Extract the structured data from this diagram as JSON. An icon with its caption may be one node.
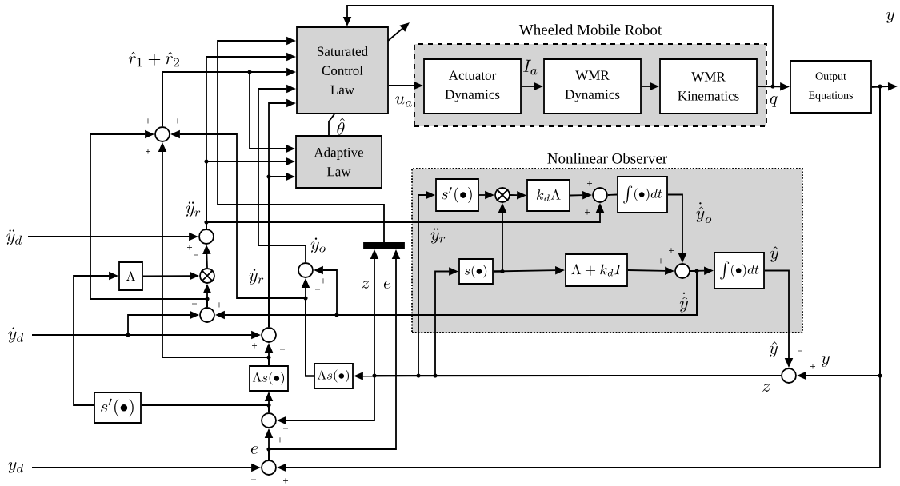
{
  "diagram": {
    "nodes": [
      {
        "text": [
          "Saturated Control Law"
        ]
      },
      {
        "text": [
          "Adaptive Law"
        ]
      },
      {
        "text": [
          "Wheeled Mobile Robot"
        ]
      },
      {
        "text": [
          "Actuator Dynamics"
        ],
        "in": 2
      },
      {
        "text": [
          "WMR Dynamics"
        ],
        "in": 2
      },
      {
        "text": [
          "WMR Kinematics"
        ],
        "in": 2
      },
      {
        "text": [
          "Output Equations"
        ]
      },
      {
        "text": [
          "Nonlinear Observer"
        ]
      },
      {
        "text": [
          "s'(\\bullet)"
        ],
        "in": 7
      },
      {
        "text": [],
        "shape": "circle",
        "in": 7
      },
      {
        "text": [
          "k_d\\Lambda"
        ],
        "in": 7
      },
      {
        "text": [],
        "shape": "circle",
        "in": 7
      },
      {
        "text": [
          "\\int(\\bullet)dt"
        ],
        "in": 7
      },
      {
        "text": [
          "s(\\bullet)"
        ],
        "in": 7
      },
      {
        "text": [
          "\\Lambda+k_dI"
        ],
        "in": 7
      },
      {
        "text": [],
        "shape": "circle",
        "in": 7
      },
      {
        "text": [
          "\\int(\\bullet)dt"
        ],
        "in": 7
      },
      {
        "text": [],
        "shape": "circle"
      },
      {
        "text": [],
        "shape": "circle"
      },
      {
        "text": [],
        "shape": "circle"
      },
      {
        "text": [
          "\\Lambda"
        ]
      },
      {
        "text": [],
        "shape": "circle"
      },
      {
        "text": [],
        "shape": "circle"
      },
      {
        "text": [],
        "shape": "circle"
      },
      {
        "text": [],
        "shape": "circle"
      },
      {
        "text": [
          "\\Lambda s(\\bullet)"
        ]
      },
      {
        "text": [
          "\\Lambda s(\\bullet)"
        ]
      },
      {
        "text": [
          "s'(\\bullet)"
        ]
      },
      {
        "text": [],
        "shape": "circle"
      },
      {
        "text": [],
        "shape": "circle"
      },
      {
        "text": [],
        "shape": "bar"
      }
    ],
    "edges": [
      {
        "from": 0,
        "to": 3,
        "arrow": "to",
        "label": "u_a"
      },
      {
        "from": 3,
        "to": 4,
        "arrow": "to",
        "label": "I_a"
      },
      {
        "from": 4,
        "to": 5,
        "arrow": "to"
      },
      {
        "from": 5,
        "to": 6,
        "arrow": "to",
        "label": "q"
      },
      {
        "from": 5,
        "to": 0,
        "arrow": "to"
      },
      {
        "from": 6,
        "to": null,
        "arrow": "to",
        "label": "y"
      },
      {
        "from": 6,
        "to": 17,
        "arrow": "to",
        "label": "y"
      },
      {
        "from": 6,
        "to": 29,
        "arrow": "to"
      },
      {
        "from": 8,
        "to": 9,
        "arrow": "to"
      },
      {
        "from": 9,
        "to": 10,
        "arrow": "to"
      },
      {
        "from": 10,
        "to": 11,
        "arrow": "to"
      },
      {
        "from": 11,
        "to": 12,
        "arrow": "none"
      },
      {
        "from": 12,
        "to": 15,
        "arrow": "to",
        "label": "\\dot{\\hat{y}}_o"
      },
      {
        "from": 13,
        "to": 14,
        "arrow": "to"
      },
      {
        "from": 13,
        "to": 9,
        "arrow": "to"
      },
      {
        "from": 14,
        "to": 15,
        "arrow": "to"
      },
      {
        "from": 15,
        "to": 16,
        "arrow": "to"
      },
      {
        "from": 15,
        "to": 22,
        "arrow": "to",
        "label": "\\dot{\\hat{y}}"
      },
      {
        "from": 15,
        "to": 23,
        "arrow": "to"
      },
      {
        "from": 16,
        "to": 17,
        "arrow": "to",
        "label": "\\hat{y}"
      },
      {
        "from": 17,
        "to": 26,
        "arrow": "to",
        "label": "z"
      },
      {
        "from": 17,
        "to": 8,
        "arrow": "to"
      },
      {
        "from": 17,
        "to": 13,
        "arrow": "to"
      },
      {
        "from": 17,
        "to": 30,
        "arrow": "to",
        "label": "z"
      },
      {
        "from": 17,
        "to": 28,
        "arrow": "to"
      },
      {
        "from": 18,
        "to": 0,
        "arrow": "to",
        "label": "\\hat{r}_1+\\hat{r}_2"
      },
      {
        "from": 18,
        "to": 1,
        "arrow": "to"
      },
      {
        "from": 19,
        "to": 0,
        "arrow": "to",
        "label": "\\ddot{y}_r"
      },
      {
        "from": 19,
        "to": 1,
        "arrow": "to"
      },
      {
        "from": 19,
        "to": 11,
        "arrow": "to",
        "label": "\\ddot{y}_r"
      },
      {
        "from": null,
        "to": 19,
        "arrow": "to",
        "label": "\\ddot{y}_d"
      },
      {
        "from": 20,
        "to": 21,
        "arrow": "to"
      },
      {
        "from": 21,
        "to": 19,
        "arrow": "to"
      },
      {
        "from": 22,
        "to": 21,
        "arrow": "to"
      },
      {
        "from": 22,
        "to": 18,
        "arrow": "to"
      },
      {
        "from": 27,
        "to": 20,
        "arrow": "to"
      },
      {
        "from": 28,
        "to": 27,
        "arrow": "none"
      },
      {
        "from": 28,
        "to": 25,
        "arrow": "to"
      },
      {
        "from": 25,
        "to": 24,
        "arrow": "to"
      },
      {
        "from": 25,
        "to": 18,
        "arrow": "to"
      },
      {
        "from": null,
        "to": 24,
        "arrow": "to",
        "label": "\\dot{y}_d"
      },
      {
        "from": null,
        "to": 22,
        "arrow": "to"
      },
      {
        "from": 24,
        "to": 0,
        "arrow": "to",
        "label": "\\dot{y}_r"
      },
      {
        "from": 24,
        "to": 1,
        "arrow": "to"
      },
      {
        "from": 26,
        "to": 23,
        "arrow": "to"
      },
      {
        "from": 26,
        "to": 18,
        "arrow": "to"
      },
      {
        "from": 23,
        "to": 0,
        "arrow": "to",
        "label": "\\dot{y}_o"
      },
      {
        "from": 30,
        "to": 0,
        "arrow": "to"
      },
      {
        "from": 29,
        "to": 28,
        "arrow": "to",
        "label": "e"
      },
      {
        "from": 29,
        "to": 30,
        "arrow": "to",
        "label": "e"
      },
      {
        "from": null,
        "to": 29,
        "arrow": "to",
        "label": "y_d"
      },
      {
        "from": 1,
        "to": 0,
        "arrow": "none",
        "label": "\\hat{\\theta}"
      }
    ],
    "labels": [
      "+",
      "+",
      "+",
      "+",
      "+",
      "+",
      "−",
      "+",
      "+",
      "+",
      "−",
      "−",
      "+",
      "+",
      "−",
      "\\hat{y}",
      "−",
      "+",
      "−",
      "+",
      "−",
      "+"
    ]
  }
}
